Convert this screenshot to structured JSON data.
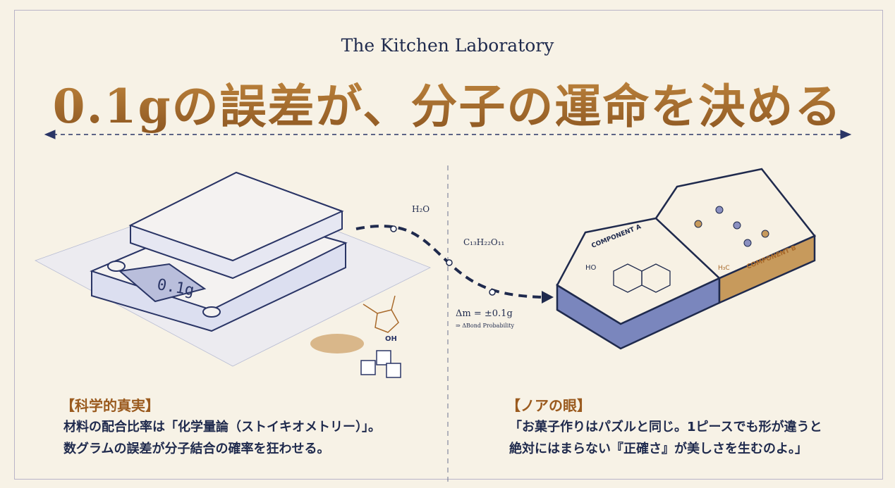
{
  "header": {
    "subtitle": "The Kitchen Laboratory",
    "title": "0.1gの誤差が、分子の運命を決める"
  },
  "illustration": {
    "scale_display": "0.1g",
    "formula_water": "H₂O",
    "formula_sugar": "C₁₃H₂₂O₁₁",
    "delta_mass": "Δm = ±0.1g",
    "bond_probability": "⇒ ΔBond Probability",
    "component_a": "COMPONENT A",
    "component_b": "COMPONENT B",
    "atom_oh": "OH",
    "atom_ho": "HO",
    "atom_h3c": "H₃C"
  },
  "left_panel": {
    "heading": "【科学的真実】",
    "lines": [
      "材料の配合比率は「化学量論（ストイキオメトリー）」。",
      "数グラムの誤差が分子結合の確率を狂わせる。"
    ]
  },
  "right_panel": {
    "heading": "【ノアの眼】",
    "lines": [
      "「お菓子作りはパズルと同じ。1ピースでも形が違うと",
      "絶対にはまらない『正確さ』が美しさを生むのよ。」"
    ]
  },
  "colors": {
    "navy": "#1f2a4d",
    "brown": "#a8692a",
    "background": "#f7f2e6"
  }
}
